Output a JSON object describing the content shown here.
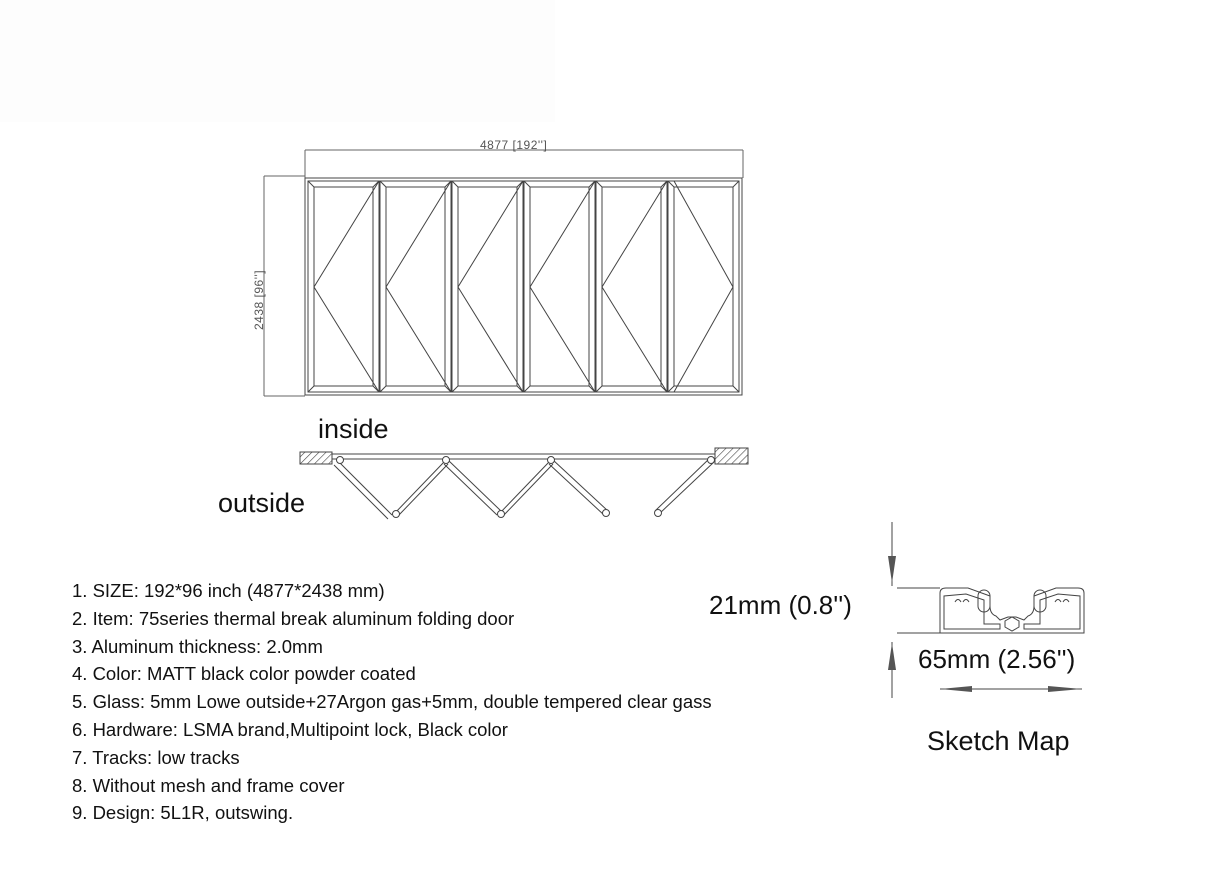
{
  "elevation": {
    "width_dimension": "4877 [192'']",
    "height_dimension": "2438 [96'']",
    "panel_count": 6
  },
  "plan_view": {
    "inside_label": "inside",
    "outside_label": "outside"
  },
  "specs": [
    "1. SIZE: 192*96 inch (4877*2438 mm)",
    "2. Item: 75series thermal break aluminum folding door",
    "3. Aluminum thickness: 2.0mm",
    "4. Color: MATT black color powder coated",
    "5. Glass: 5mm Lowe outside+27Argon gas+5mm, double tempered clear gass",
    "6. Hardware: LSMA brand,Multipoint lock, Black color",
    "7. Tracks: low tracks",
    "8. Without mesh and frame cover",
    "9. Design: 5L1R, outswing."
  ],
  "profile": {
    "height_label": "21mm (0.8'')",
    "width_label": "65mm (2.56'')",
    "caption": "Sketch Map"
  },
  "colors": {
    "line": "#444444",
    "text": "#111111",
    "dim_text": "#555555"
  }
}
